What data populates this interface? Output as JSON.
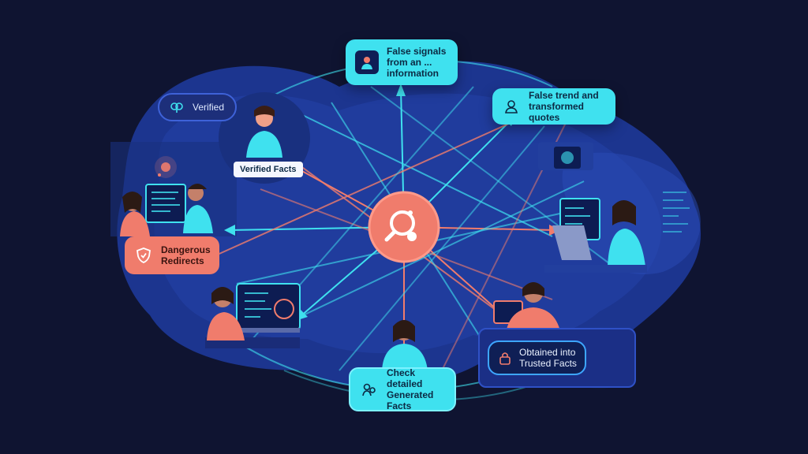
{
  "callouts": {
    "top": "False signals\nfrom an ...\ninformation",
    "top_right": "False trend and\ntransformed quotes",
    "top_left": "Verified",
    "left": "Dangerous\nRedirects",
    "bottom_center": "Check detailed\nGenerated Facts",
    "bottom_right": "Obtained into\nTrusted Facts"
  },
  "label_verified_facts": "Verified Facts",
  "colors": {
    "background": "#0f1431",
    "blob": "#1f3a9a",
    "cyan": "#3fe1ef",
    "coral": "#f07c6c",
    "hub": "#f07c6c"
  },
  "icons": [
    "brain-icon",
    "person-icon",
    "shield-icon",
    "magnifier-icon",
    "people-icon",
    "lock-icon"
  ]
}
